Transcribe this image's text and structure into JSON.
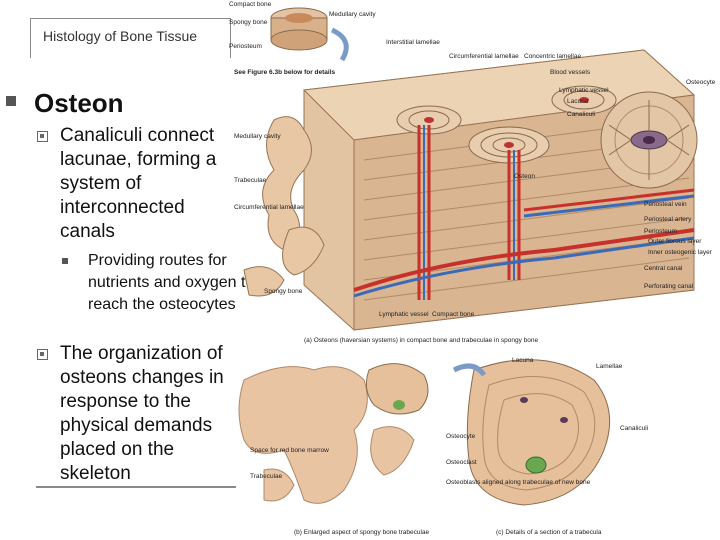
{
  "header": {
    "title": "Histology of Bone Tissue"
  },
  "bullets": {
    "level1": "Osteon",
    "item1": "Canaliculi connect lacunae, forming a system of interconnected canals",
    "item1_sub": "Providing routes for nutrients and oxygen to reach the osteocytes",
    "item2": "The organization of osteons changes in response to the physical demands placed on the skeleton"
  },
  "figure": {
    "labels": {
      "compact_bone": "Compact bone",
      "spongy_bone": "Spongy bone",
      "medullary_cavity_top": "Medullary cavity",
      "periosteum_top": "Periosteum",
      "interstitial_lamellae": "Interstitial lamellae",
      "see_figure": "See Figure 6.3b below for details",
      "circumferential_lamellae_top": "Circumferential lamellae",
      "concentric_lamellae": "Concentric lamellae",
      "blood_vessels": "Blood vessels",
      "osteocyte_top": "Osteocyte",
      "lymphatic_vessel_top": "Lymphatic vessel",
      "lacuna_top": "Lacuna",
      "canaliculi": "Canaliculi",
      "medullary_cavity": "Medullary cavity",
      "trabeculae": "Trabeculae",
      "circumferential_lamellae": "Circumferential lamellae",
      "osteon": "Osteon",
      "periosteal_vein": "Periosteal vein",
      "periosteal_artery": "Periosteal artery",
      "periosteum": "Periosteum",
      "outer_fibrous_layer": "Outer fibrous layer",
      "inner_osteogenic_layer": "Inner osteogenic layer",
      "central_canal": "Central canal",
      "perforating_canal": "Perforating canal",
      "spongy_bone_mid": "Spongy bone",
      "lymphatic_vessel": "Lymphatic vessel",
      "compact_bone_mid": "Compact bone",
      "caption_a": "(a) Osteons (haversian systems) in compact bone and trabeculae in spongy bone",
      "lacuna": "Lacuna",
      "lamellae": "Lamellae",
      "osteocyte": "Osteocyte",
      "canaliculi_bottom": "Canaliculi",
      "osteoclast": "Osteoclast",
      "osteoblasts": "Osteoblasts aligned along trabeculae of new bone",
      "space_red_marrow": "Space for red bone marrow",
      "trabeculae_bottom": "Trabeculae",
      "caption_b": "(b) Enlarged aspect of spongy bone trabeculae",
      "caption_c": "(c) Details of a section of a trabecula"
    }
  },
  "colors": {
    "bone": "#d9b99a",
    "bone_dark": "#b98d6a",
    "artery": "#c8302a",
    "vein": "#3b6ab8",
    "spongy": "#e8c7a4"
  }
}
